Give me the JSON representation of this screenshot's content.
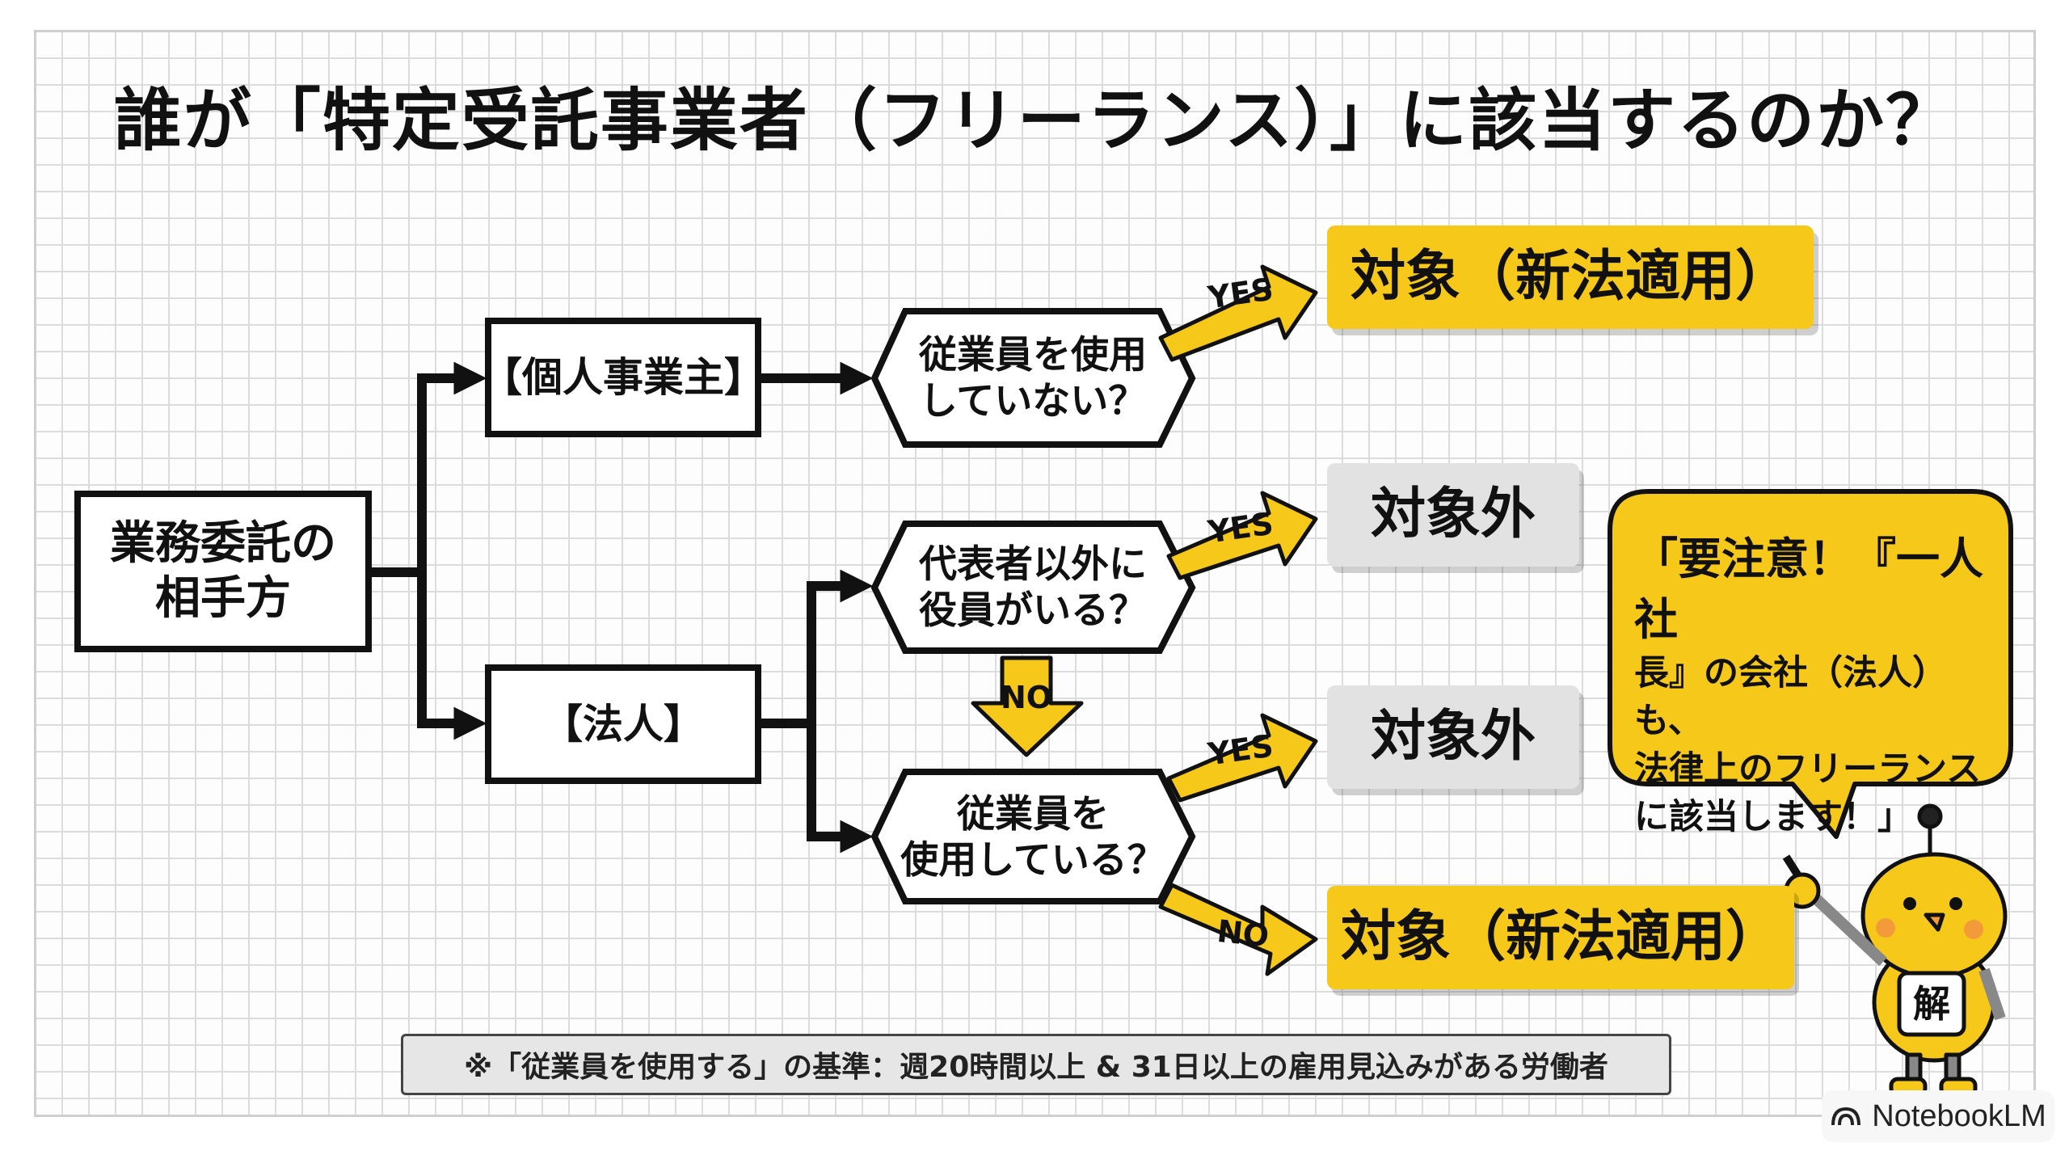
{
  "title": "誰が「特定受託事業者（フリーランス）」に該当するのか？",
  "start": {
    "line1": "業務委託の",
    "line2": "相手方"
  },
  "branches": {
    "individual": "【個人事業主】",
    "corporation": "【法人】"
  },
  "questions": {
    "q1": {
      "line1": "従業員を使用",
      "line2": "していない？"
    },
    "q2": {
      "line1": "代表者以外に",
      "line2": "役員がいる？"
    },
    "q3": {
      "line1": "従業員を",
      "line2": "使用している？"
    }
  },
  "arrow_labels": {
    "q1_yes": "YES",
    "q2_yes": "YES",
    "q2_no": "NO",
    "q3_yes": "YES",
    "q3_no": "NO"
  },
  "results": {
    "r1": "対象（新法適用）",
    "r2": "対象外",
    "r3": "対象外",
    "r4": "対象（新法適用）"
  },
  "speech_bubble": {
    "line1": "「要注意！『一人社",
    "line2": "長』の会社（法人）も、",
    "line3": "法律上のフリーランス",
    "line4": "に該当します！」"
  },
  "mascot": {
    "badge": "解"
  },
  "footnote": "※「従業員を使用する」の基準：週20時間以上 & 31日以上の雇用見込みがある労働者",
  "brand": {
    "name": "NotebookLM",
    "icon": "notebooklm-logo-icon"
  },
  "colors": {
    "accent_yellow": "#f6c819",
    "result_gray": "#e2e2e2",
    "line_black": "#111111",
    "grid": "#dcdcdc"
  }
}
